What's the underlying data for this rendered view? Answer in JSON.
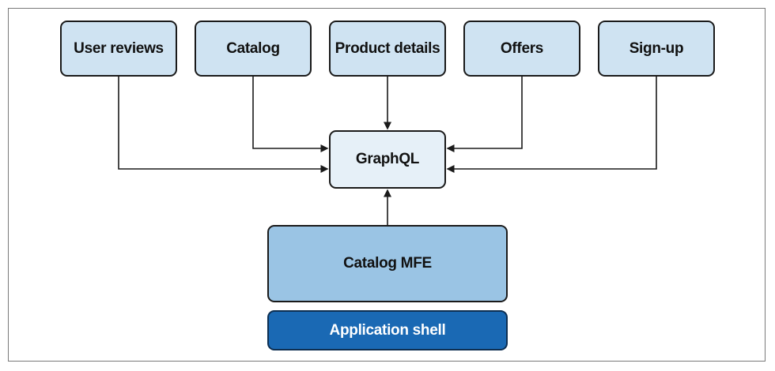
{
  "diagram": {
    "services": [
      {
        "label": "User reviews"
      },
      {
        "label": "Catalog"
      },
      {
        "label": "Product details"
      },
      {
        "label": "Offers"
      },
      {
        "label": "Sign-up"
      }
    ],
    "gateway": {
      "label": "GraphQL"
    },
    "mfe": {
      "label": "Catalog MFE"
    },
    "shell": {
      "label": "Application shell"
    },
    "colors": {
      "service_fill": "#cfe3f2",
      "gateway_fill": "#e6f0f8",
      "mfe_fill": "#9ac4e4",
      "shell_fill": "#1a69b4",
      "line": "#1a1a1a"
    }
  }
}
